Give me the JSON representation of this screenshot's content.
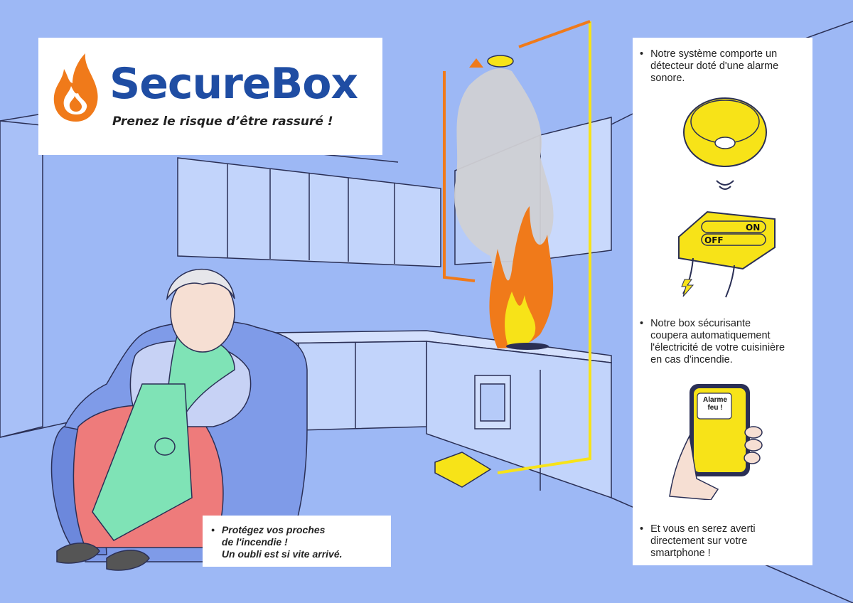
{
  "brand": {
    "name": "SecureBox",
    "tagline": "Prenez le risque d’être rassuré !"
  },
  "side_panel": {
    "bullet_1": [
      "Notre système comporte un",
      "détecteur doté d'une alarme",
      "sonore."
    ],
    "bullet_2": [
      "Notre box sécurisante",
      "coupera automatiquement",
      "l'électricité de votre cuisinière",
      "en cas d'incendie."
    ],
    "bullet_3": [
      "Et vous en serez averti",
      "directement sur votre",
      "smartphone !"
    ],
    "switch_on_label": "ON",
    "switch_off_label": "OFF",
    "phone_alert": [
      "Alarme",
      "feu !"
    ]
  },
  "caption": {
    "lines": [
      "Protégez vos proches",
      "de l'incendie !",
      "Un oubli est si vite arrivé."
    ]
  },
  "colors": {
    "background": "#9db8f5",
    "brand_blue": "#1f4da3",
    "flame_orange": "#f07a1a",
    "accent_yellow": "#f7e318",
    "skirt_red": "#ee7b7b",
    "scarf_green": "#7fe3b6"
  }
}
